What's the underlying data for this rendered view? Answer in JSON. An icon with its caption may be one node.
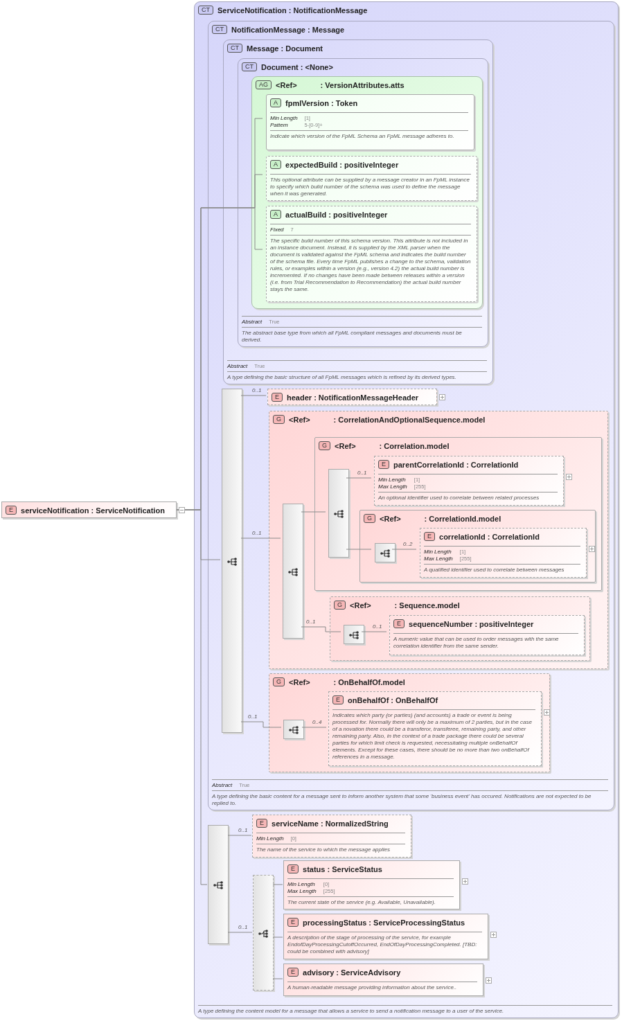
{
  "diagram": {
    "nodes": [
      {
        "text": [
          "E",
          "serviceNotification : ServiceNotification"
        ]
      },
      {
        "text": [
          "CT",
          "ServiceNotification : NotificationMessage",
          "A type defining the content model for a message that allows a service to send a notification message to a user of the service."
        ]
      },
      {
        "text": [
          "CT",
          "NotificationMessage : Message",
          "Abstract",
          "True",
          "A type defining the basic content for a message sent to inform another system that some 'business event' has occured. Notifications are not expected to be replied to."
        ],
        "in": 1
      },
      {
        "text": [
          "CT",
          "Message : Document",
          "Abstract",
          "True",
          "A type defining the basic structure of all FpML messages which is refined by its derived types."
        ],
        "in": 2
      },
      {
        "text": [
          "CT",
          "Document : <None>",
          "Abstract",
          "True",
          "The abstract base type from which all FpML compliant messages and documents must be derived."
        ],
        "in": 3
      },
      {
        "text": [
          "AG",
          "<Ref>",
          ": VersionAttributes.atts"
        ],
        "in": 4
      },
      {
        "text": [
          "A",
          "fpmlVersion : Token",
          "Min Length",
          "[1]",
          "Pattern",
          "5-[0-9]+",
          "Indicate which version of the FpML Schema an FpML message adheres to."
        ],
        "in": 5
      },
      {
        "text": [
          "A",
          "expectedBuild : positiveInteger",
          "This optional attribute can be supplied by a message creator in an FpML instance to specify which build number of the schema was used to define the message when it was generated."
        ],
        "in": 5
      },
      {
        "text": [
          "A",
          "actualBuild : positiveInteger",
          "Fixed",
          "7",
          "The specific build number of this schema version. This attribute is not included in an instance document. Instead, it is supplied by the XML parser when the document is validated against the FpML schema and indicates the build number of the schema file. Every time FpML publishes a change to the schema, validation rules, or examples within a version (e.g., version 4.2) the actual build number is incremented. If no changes have been made between releases within a version (i.e. from Trial Recommendation to Recommendation) the actual build number stays the same."
        ],
        "in": 5
      },
      {
        "text": [],
        "shape": "box",
        "in": 2
      },
      {
        "text": [
          "E",
          "header : NotificationMessageHeader"
        ],
        "in": 2
      },
      {
        "text": [
          "G",
          "<Ref>",
          ": CorrelationAndOptionalSequence.model"
        ],
        "in": 2
      },
      {
        "text": [],
        "shape": "box",
        "in": 11
      },
      {
        "text": [
          "G",
          "<Ref>",
          ": Correlation.model"
        ],
        "in": 11
      },
      {
        "text": [],
        "shape": "box",
        "in": 13
      },
      {
        "text": [
          "E",
          "parentCorrelationId : CorrelationId",
          "Min Length",
          "[1]",
          "Max Length",
          "[255]",
          "An optional identifier used to correlate between related processes"
        ],
        "in": 13
      },
      {
        "text": [
          "G",
          "<Ref>",
          ": CorrelationId.model"
        ],
        "in": 13
      },
      {
        "text": [],
        "shape": "box",
        "in": 16
      },
      {
        "text": [
          "E",
          "correlationId : CorrelationId",
          "Min Length",
          "[1]",
          "Max Length",
          "[255]",
          "A qualified identifier used to correlate between messages"
        ],
        "in": 16
      },
      {
        "text": [
          "G",
          "<Ref>",
          ": Sequence.model"
        ],
        "in": 11
      },
      {
        "text": [],
        "shape": "box",
        "in": 19
      },
      {
        "text": [
          "E",
          "sequenceNumber : positiveInteger",
          "A numeric value that can be used to order messages with the same correlation identifier from the same sender."
        ],
        "in": 19
      },
      {
        "text": [
          "G",
          "<Ref>",
          ": OnBehalfOf.model"
        ],
        "in": 2
      },
      {
        "text": [],
        "shape": "box",
        "in": 22
      },
      {
        "text": [
          "E",
          "onBehalfOf : OnBehalfOf",
          "Indicates which party (or parties) (and accounts) a trade or event is being processed for. Normally there will only be a maximum of 2 parties, but in the case of a novation there could be a transferor, transferee, remaining party, and other remaining party. Also, in the context of a trade package there could be several parties for which limit check is requested, necessitating multiple onBehalfOf elements. Except for these cases, there should be no more than two onBehalfOf references in a message."
        ],
        "in": 22
      },
      {
        "text": [],
        "shape": "box",
        "in": 1
      },
      {
        "text": [
          "E",
          "serviceName : NormalizedString",
          "Min Length",
          "[0]",
          "The name of the service to which the message applies"
        ],
        "in": 1
      },
      {
        "text": [],
        "shape": "box",
        "in": 1
      },
      {
        "text": [
          "E",
          "status : ServiceStatus",
          "Min Length",
          "[0]",
          "Max Length",
          "[255]",
          "The current state of the service (e.g. Available, Unavailable)."
        ],
        "in": 1
      },
      {
        "text": [
          "E",
          "processingStatus : ServiceProcessingStatus",
          "A description of the stage of processing of the service, for example EndofDayProcessingCutoffOccurred, EndOfDayProcessingCompleted. [TBD: could be combined with advisory]"
        ],
        "in": 1
      },
      {
        "text": [
          "E",
          "advisory : ServiceAdvisory",
          "A human-readable message providing information about the service.."
        ],
        "in": 1
      }
    ],
    "edges": [
      {
        "from": 0,
        "to": 6,
        "arrow": "none"
      },
      {
        "from": 0,
        "to": 7,
        "arrow": "none"
      },
      {
        "from": 0,
        "to": 8,
        "arrow": "none"
      },
      {
        "from": 0,
        "to": 9,
        "arrow": "none"
      },
      {
        "from": 0,
        "to": 25,
        "arrow": "none"
      },
      {
        "from": 9,
        "to": 10,
        "arrow": "none",
        "label": "0..1"
      },
      {
        "from": 9,
        "to": 12,
        "arrow": "none",
        "label": "0..1"
      },
      {
        "from": 12,
        "to": 14,
        "arrow": "none"
      },
      {
        "from": 14,
        "to": 15,
        "arrow": "none",
        "label": "0..1"
      },
      {
        "from": 14,
        "to": 17,
        "arrow": "none"
      },
      {
        "from": 17,
        "to": 18,
        "arrow": "none",
        "label": "0..2"
      },
      {
        "from": 12,
        "to": 20,
        "arrow": "none",
        "label": "0..1"
      },
      {
        "from": 20,
        "to": 21,
        "arrow": "none",
        "label": "0..1"
      },
      {
        "from": 9,
        "to": 23,
        "arrow": "none",
        "label": "0..1"
      },
      {
        "from": 23,
        "to": 24,
        "arrow": "none",
        "label": "0..4"
      },
      {
        "from": 25,
        "to": 26,
        "arrow": "none",
        "label": "0..1"
      },
      {
        "from": 25,
        "to": 27,
        "arrow": "none",
        "label": "0..1"
      },
      {
        "from": 27,
        "to": 28,
        "arrow": "none"
      },
      {
        "from": 27,
        "to": 29,
        "arrow": "none"
      },
      {
        "from": 27,
        "to": 30,
        "arrow": "none"
      }
    ]
  }
}
